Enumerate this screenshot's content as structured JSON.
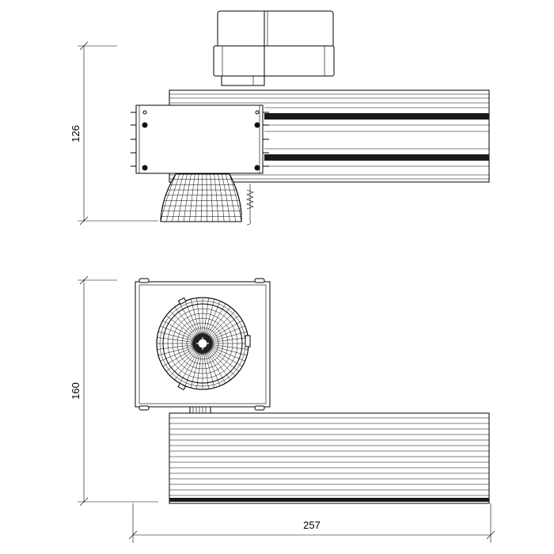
{
  "drawing": {
    "dimensions": {
      "height_side": "126",
      "height_top": "160",
      "width": "257"
    }
  }
}
